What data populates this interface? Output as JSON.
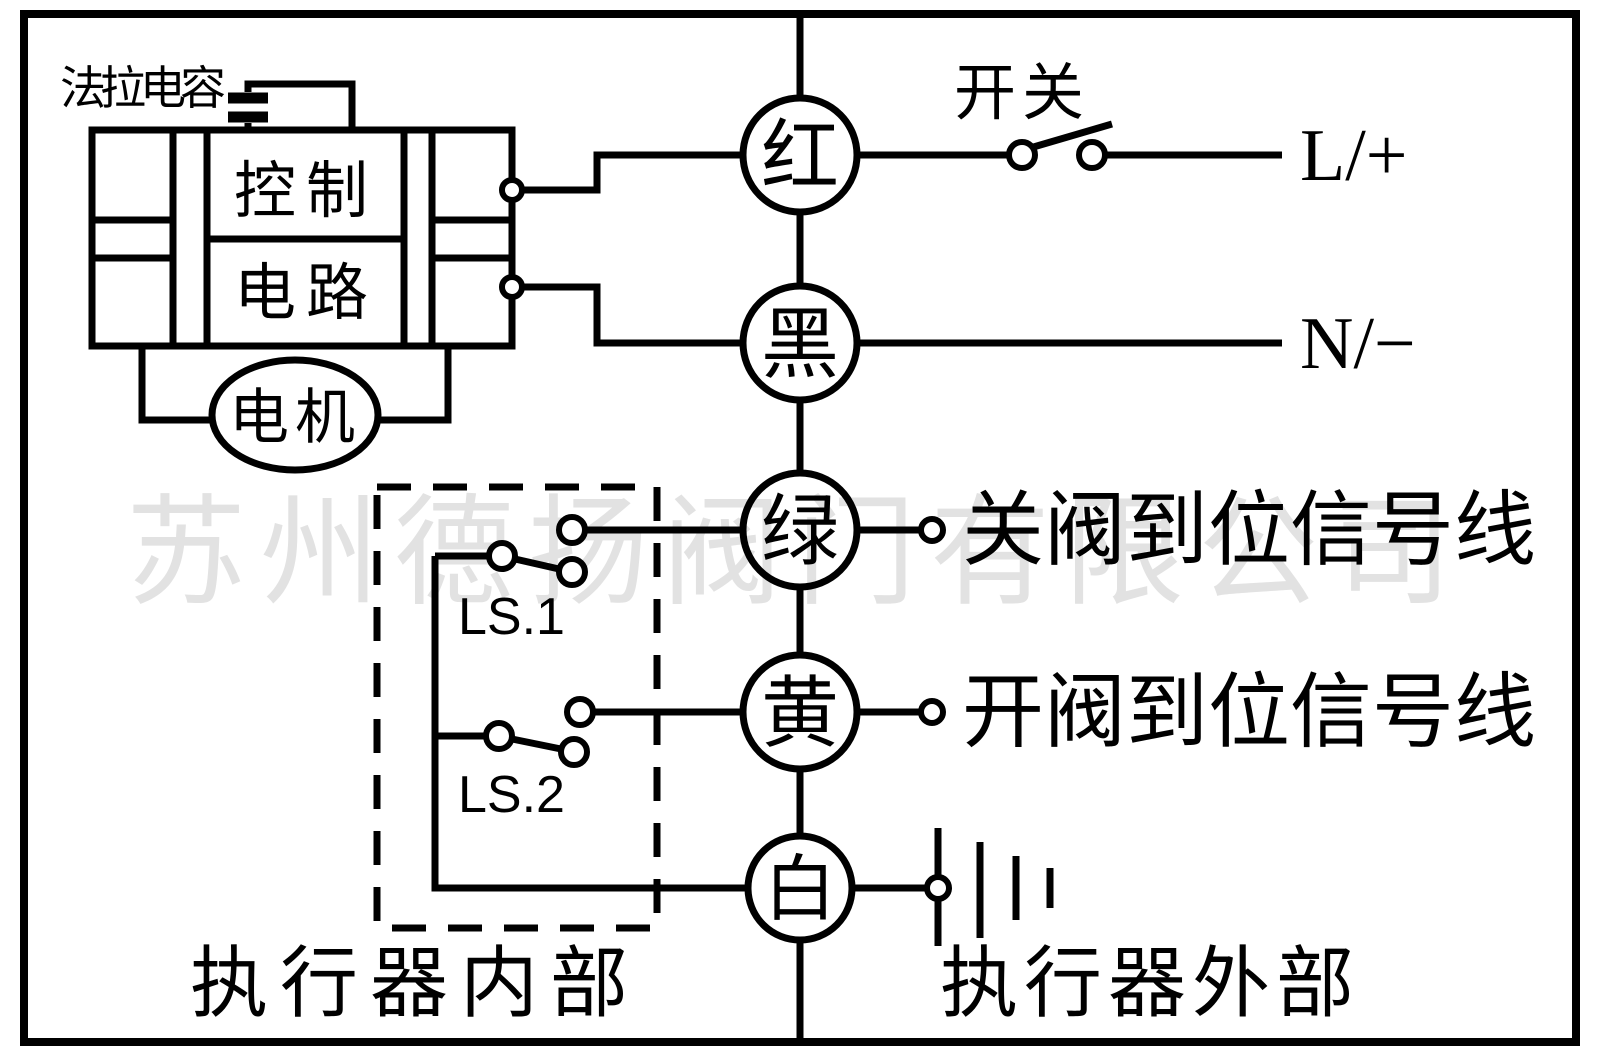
{
  "watermark": "苏州德扬阀门有限公司",
  "actuator": {
    "capacitor_label": "法拉电容",
    "control_box_line1": "控制",
    "control_box_line2": "电路",
    "motor_label": "电机"
  },
  "wires": [
    {
      "name": "red",
      "label": "红"
    },
    {
      "name": "black",
      "label": "黑"
    },
    {
      "name": "green",
      "label": "绿"
    },
    {
      "name": "yellow",
      "label": "黄"
    },
    {
      "name": "white",
      "label": "白"
    }
  ],
  "power": {
    "switch_label": "开关",
    "live_label": "L/+",
    "neutral_label": "N/−"
  },
  "signals": {
    "close_valve": "关阀到位信号线",
    "open_valve": "开阀到位信号线"
  },
  "limit_switches": {
    "ls1": "LS.1",
    "ls2": "LS.2"
  },
  "zones": {
    "internal": "执行器内部",
    "external": "执行器外部"
  },
  "colors": {
    "line": "#000000",
    "background": "#ffffff",
    "watermark": "#e2e2e2"
  }
}
